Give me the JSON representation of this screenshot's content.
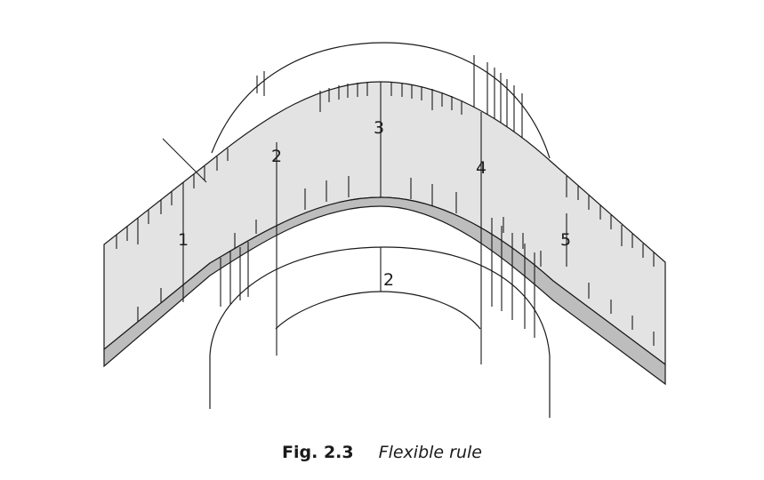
{
  "figure": {
    "rule_numbers": [
      "1",
      "2",
      "3",
      "4",
      "5"
    ],
    "inner_dimension_label": "2"
  },
  "caption": {
    "label": "Fig. 2.3",
    "title": "Flexible rule"
  },
  "colors": {
    "rule_face": "#e3e3e3",
    "rule_edge": "#bdbdbd",
    "line": "#1a1a1a"
  }
}
